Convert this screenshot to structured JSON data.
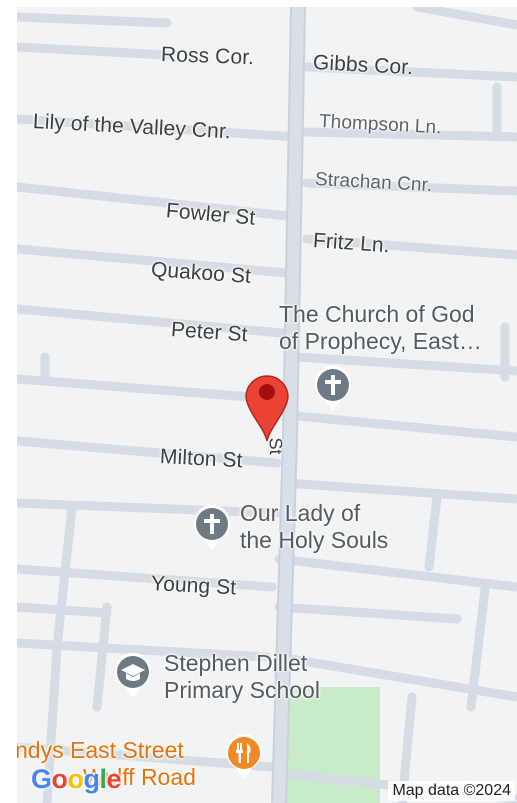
{
  "map": {
    "colors": {
      "land": "#f1f3f4",
      "road": "#d6dde4",
      "road_edge": "#c9d2da",
      "park": "#c8ebc9",
      "pin": "#ea4335",
      "poi_icon": "#6d7a86",
      "school_icon": "#6d7a86",
      "food_icon": "#f08a24"
    },
    "streets": {
      "ross": "Ross Cor.",
      "gibbs": "Gibbs Cor.",
      "lily": "Lily of the Valley Cnr.",
      "thompson": "Thompson Ln.",
      "strachan": "Strachan Cnr.",
      "fowler": "Fowler St",
      "fritz": "Fritz Ln.",
      "quakoo": "Quakoo St",
      "peter": "Peter St",
      "milton": "Milton St",
      "young": "Young St",
      "st_vertical": "St"
    },
    "pois": {
      "church_line1": "The Church of God",
      "church_line2": "of Prophecy, East…",
      "lady_line1": "Our Lady of",
      "lady_line2": "the Holy Souls",
      "school_line1": "Stephen Dillet",
      "school_line2": "Primary School",
      "food_line1": "ndys East Street",
      "food_line2": "Wulff Road"
    },
    "icons": {
      "church": "cross-icon",
      "school": "school-icon",
      "food": "fork-knife-icon",
      "pin": "map-pin-icon"
    },
    "attribution": "Map data ©2024",
    "logo": {
      "letters": [
        "G",
        "o",
        "o",
        "g",
        "l",
        "e"
      ],
      "colors": [
        "#4285f4",
        "#ea4335",
        "#fbbc05",
        "#4285f4",
        "#34a853",
        "#ea4335"
      ]
    }
  }
}
